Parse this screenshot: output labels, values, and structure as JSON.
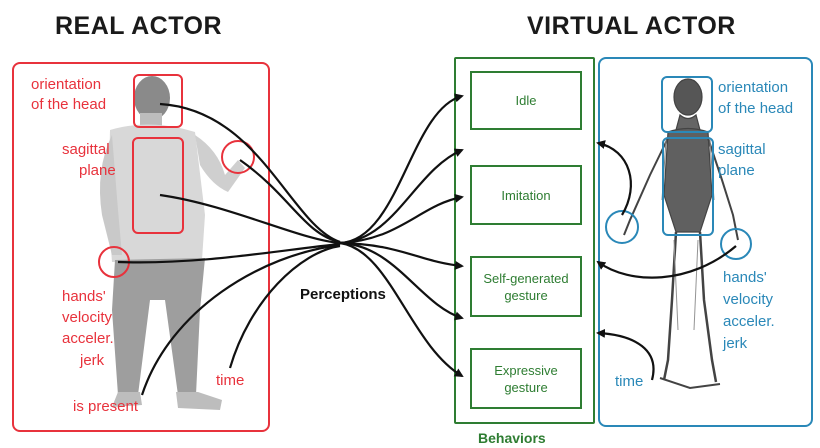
{
  "headings": {
    "real_actor": "REAL ACTOR",
    "virtual_actor": "VIRTUAL ACTOR"
  },
  "real_actor": {
    "labels": {
      "orientation_line1": "orientation",
      "orientation_line2": "of the head",
      "sagittal_line1": "sagittal",
      "sagittal_line2": "plane",
      "hands_line1": "hands'",
      "hands_line2": "velocity",
      "hands_line3": "acceler.",
      "hands_line4": "jerk",
      "time": "time",
      "is_present": "is present"
    }
  },
  "virtual_actor": {
    "labels": {
      "orientation_line1": "orientation",
      "orientation_line2": "of the head",
      "sagittal_line1": "sagittal",
      "sagittal_line2": "plane",
      "hands_line1": "hands'",
      "hands_line2": "velocity",
      "hands_line3": "acceler.",
      "hands_line4": "jerk",
      "time": "time"
    }
  },
  "center": {
    "perceptions": "Perceptions"
  },
  "behaviors": {
    "title": "Behaviors",
    "items": [
      {
        "line1": "Idle",
        "line2": ""
      },
      {
        "line1": "Imitation",
        "line2": ""
      },
      {
        "line1": "Self-generated",
        "line2": "gesture"
      },
      {
        "line1": "Expressive",
        "line2": "gesture"
      }
    ]
  },
  "colors": {
    "real_red": "#e8323c",
    "virtual_blue": "#2a88b8",
    "behavior_green": "#2e7d32",
    "arrow_black": "#111111"
  }
}
